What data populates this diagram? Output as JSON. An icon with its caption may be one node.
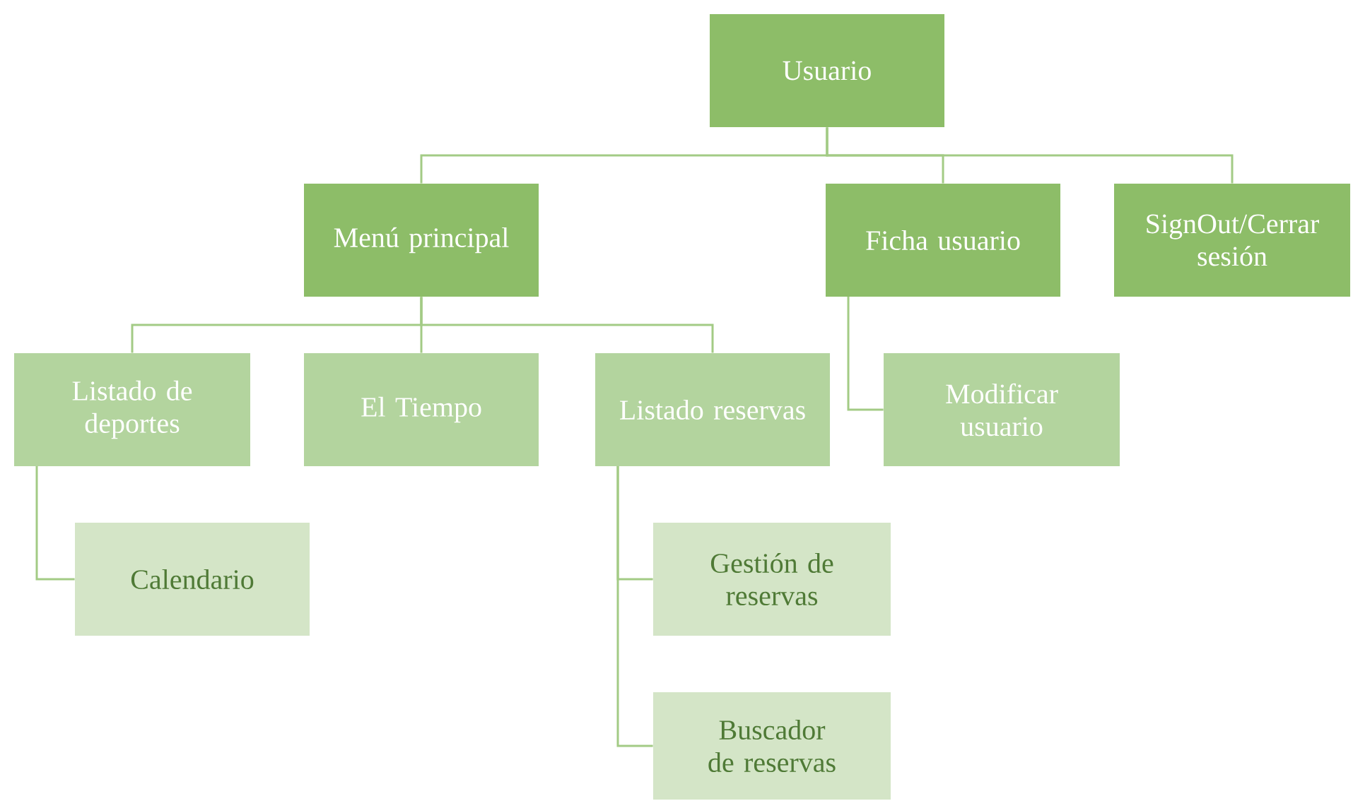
{
  "diagram": {
    "nodes": [
      {
        "text": [
          "Usuario"
        ]
      },
      {
        "text": [
          "Menú principal"
        ]
      },
      {
        "text": [
          "Ficha usuario"
        ]
      },
      {
        "text": [
          "SignOut/Cerrar sesión"
        ]
      },
      {
        "text": [
          "Listado de deportes"
        ]
      },
      {
        "text": [
          "El Tiempo"
        ]
      },
      {
        "text": [
          "Listado reservas"
        ]
      },
      {
        "text": [
          "Modificar usuario"
        ]
      },
      {
        "text": [
          "Calendario"
        ]
      },
      {
        "text": [
          "Gestión de reservas"
        ]
      },
      {
        "text": [
          "Buscador de reservas"
        ]
      }
    ],
    "edges": [
      {
        "from": 0,
        "to": 1,
        "arrow": "none"
      },
      {
        "from": 0,
        "to": 2,
        "arrow": "none"
      },
      {
        "from": 0,
        "to": 3,
        "arrow": "none"
      },
      {
        "from": 1,
        "to": 4,
        "arrow": "none"
      },
      {
        "from": 1,
        "to": 5,
        "arrow": "none"
      },
      {
        "from": 1,
        "to": 6,
        "arrow": "none"
      },
      {
        "from": 2,
        "to": 7,
        "arrow": "none"
      },
      {
        "from": 4,
        "to": 8,
        "arrow": "none"
      },
      {
        "from": 6,
        "to": 9,
        "arrow": "none"
      },
      {
        "from": 6,
        "to": 10,
        "arrow": "none"
      }
    ]
  }
}
